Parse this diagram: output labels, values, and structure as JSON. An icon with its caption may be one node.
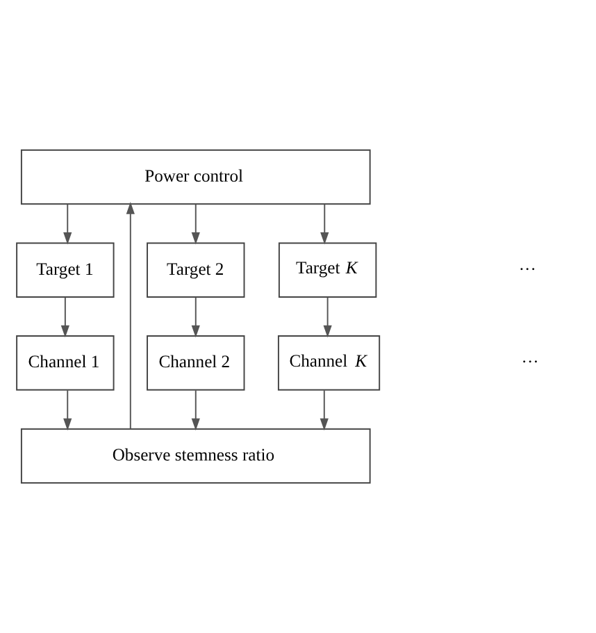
{
  "diagram": {
    "nodes": [
      {
        "text": [
          "Power control"
        ]
      },
      {
        "text": [
          "Target 1"
        ]
      },
      {
        "text": [
          "Target 2"
        ]
      },
      {
        "text": [
          "Target *K*"
        ]
      },
      {
        "text": [
          "Channel 1"
        ]
      },
      {
        "text": [
          "Channel 2"
        ]
      },
      {
        "text": [
          "Channel *K*"
        ]
      },
      {
        "text": [
          "Observe stemness ratio"
        ]
      }
    ],
    "edges": [
      {
        "from": 0,
        "to": 1,
        "arrow": "to"
      },
      {
        "from": 0,
        "to": 2,
        "arrow": "to"
      },
      {
        "from": 0,
        "to": 3,
        "arrow": "to"
      },
      {
        "from": 1,
        "to": 4,
        "arrow": "to"
      },
      {
        "from": 2,
        "to": 5,
        "arrow": "to"
      },
      {
        "from": 3,
        "to": 6,
        "arrow": "to"
      },
      {
        "from": 4,
        "to": 7,
        "arrow": "to"
      },
      {
        "from": 5,
        "to": 7,
        "arrow": "to"
      },
      {
        "from": 6,
        "to": 7,
        "arrow": "to"
      },
      {
        "from": 7,
        "to": 0,
        "arrow": "to"
      }
    ],
    "labels": [
      "···",
      "···"
    ]
  }
}
